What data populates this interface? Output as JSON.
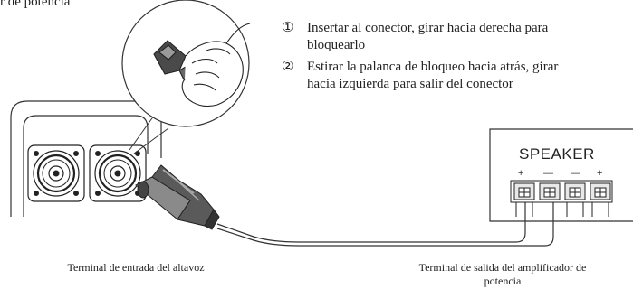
{
  "top_partial_text": "r de potencia",
  "steps": [
    {
      "marker": "①",
      "line1": "Insertar al conector, girar hacia derecha para",
      "line2": "bloquearlo"
    },
    {
      "marker": "②",
      "line1": "Estirar la palanca de bloqueo hacia atrás, girar",
      "line2": "hacia izquierda para salir del conector"
    }
  ],
  "amplifier": {
    "label": "SPEAKER",
    "polarity": [
      "+",
      "—",
      "—",
      "+"
    ]
  },
  "captions": {
    "speaker_terminal": "Terminal de entrada del altavoz",
    "amp_terminal_line1": "Terminal de salida del amplificador de",
    "amp_terminal_line2": "potencia"
  }
}
